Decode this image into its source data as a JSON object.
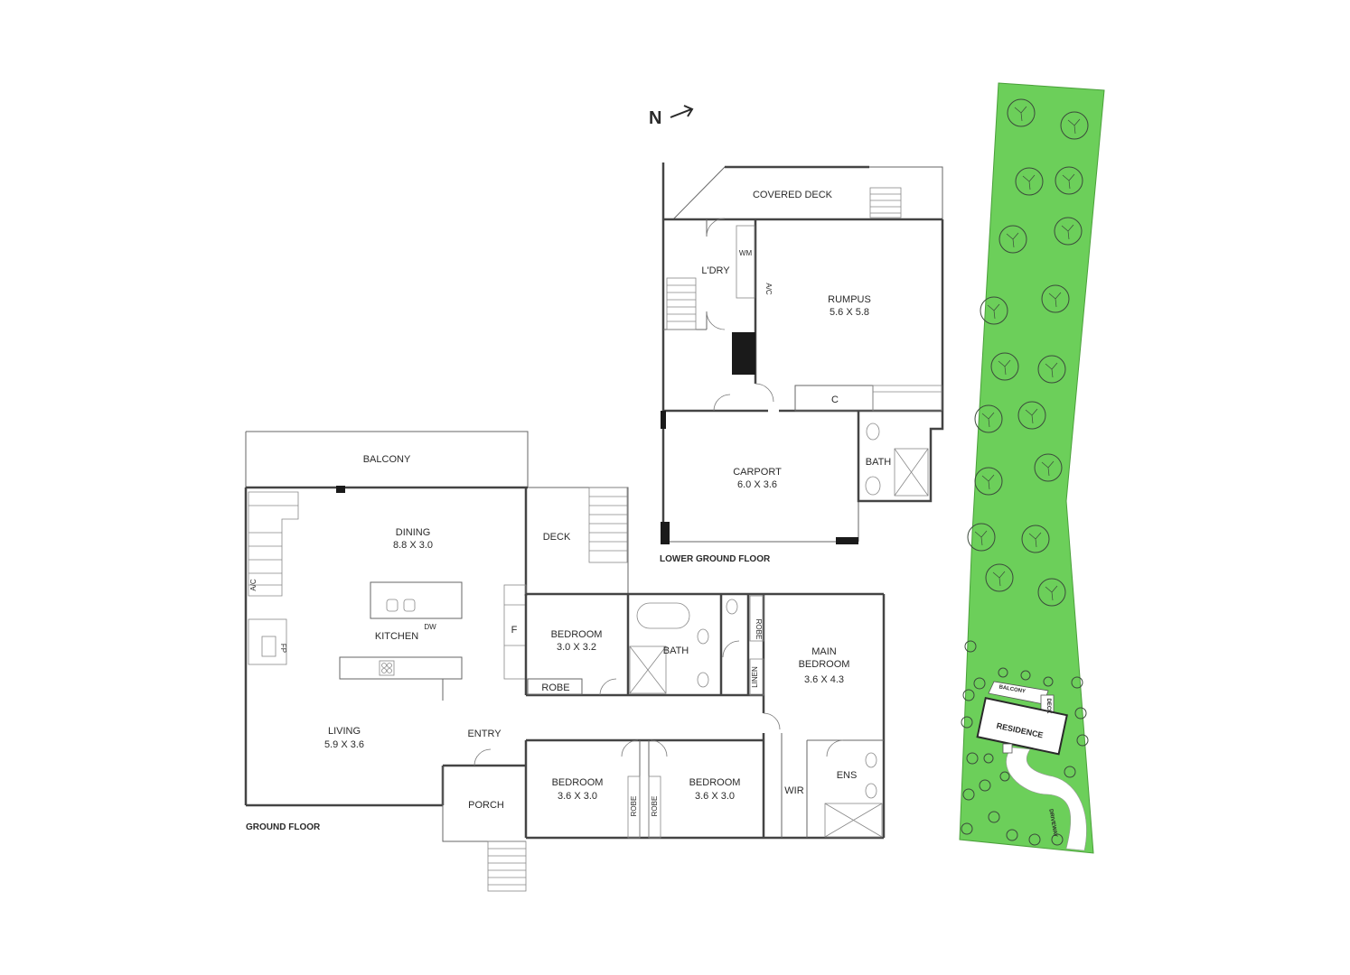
{
  "north_label": "N",
  "floors": {
    "lower_ground": {
      "label": "LOWER GROUND FLOOR",
      "rooms": {
        "covered_deck": {
          "name": "COVERED DECK"
        },
        "laundry": {
          "name": "L'DRY"
        },
        "wm": {
          "name": "WM"
        },
        "ac": {
          "name": "A/C"
        },
        "rumpus": {
          "name": "RUMPUS",
          "size": "5.6 X 5.8"
        },
        "cupboard": {
          "name": "C"
        },
        "bath": {
          "name": "BATH"
        },
        "carport": {
          "name": "CARPORT",
          "size": "6.0 X 3.6"
        }
      }
    },
    "ground": {
      "label": "GROUND FLOOR",
      "rooms": {
        "balcony": {
          "name": "BALCONY"
        },
        "dining": {
          "name": "DINING",
          "size": "8.8 X 3.0"
        },
        "deck": {
          "name": "DECK"
        },
        "ac": {
          "name": "A/C"
        },
        "fp": {
          "name": "FP"
        },
        "kitchen": {
          "name": "KITCHEN"
        },
        "dw": {
          "name": "DW"
        },
        "fridge": {
          "name": "F"
        },
        "bedroom_a": {
          "name": "BEDROOM",
          "size": "3.0 X 3.2"
        },
        "robe_a": {
          "name": "ROBE"
        },
        "bath": {
          "name": "BATH"
        },
        "robe_b": {
          "name": "ROBE"
        },
        "linen": {
          "name": "LINEN"
        },
        "main_bedroom": {
          "name": "MAIN\nBEDROOM",
          "name_line1": "MAIN",
          "name_line2": "BEDROOM",
          "size": "3.6 X 4.3"
        },
        "living": {
          "name": "LIVING",
          "size": "5.9 X 3.6"
        },
        "entry": {
          "name": "ENTRY"
        },
        "porch": {
          "name": "PORCH"
        },
        "bedroom_b": {
          "name": "BEDROOM",
          "size": "3.6 X 3.0"
        },
        "robe_c": {
          "name": "ROBE"
        },
        "robe_d": {
          "name": "ROBE"
        },
        "bedroom_c": {
          "name": "BEDROOM",
          "size": "3.6 X 3.0"
        },
        "wir": {
          "name": "WIR"
        },
        "ens": {
          "name": "ENS"
        }
      }
    }
  },
  "site_plan": {
    "residence": "RESIDENCE",
    "balcony": "BALCONY",
    "deck": "DECK",
    "driveway": "DRIVEWAY",
    "lawn_color": "#6ccf5a"
  },
  "colors": {
    "wall": "#444444",
    "fixture": "#1a1a1a",
    "text": "#2a2a2a"
  }
}
